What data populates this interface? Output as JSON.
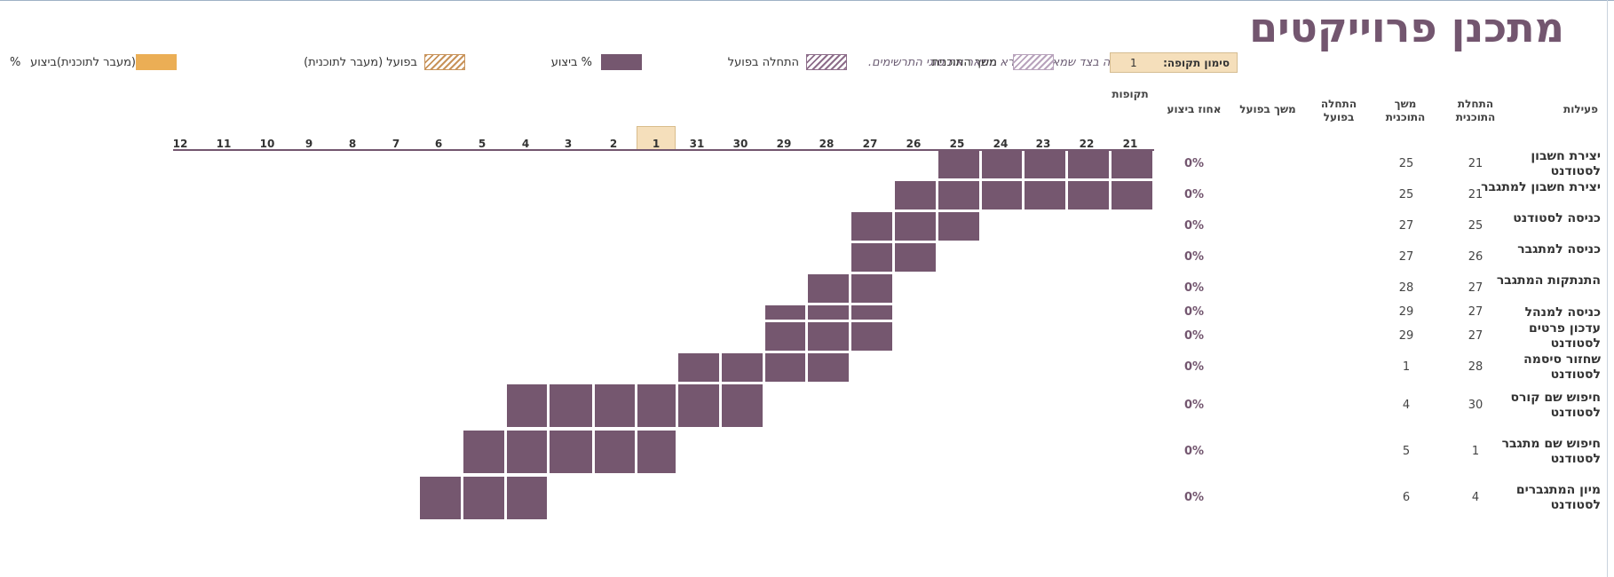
{
  "title": "מתכנן פרוייקטים",
  "hint": "בחר תקופה כדי לסמן אותה בצד שמאל. המקרא מתאר את סוגי התרשימים.",
  "period_highlight": {
    "label": "סימון תקופה:",
    "value": "1"
  },
  "legend": [
    {
      "label": "משך התוכנית",
      "style": "plan-hatch",
      "color": "#b8a3bc"
    },
    {
      "label": "התחלה בפועל",
      "style": "actual-start-hatch",
      "color": "#8d6d8a"
    },
    {
      "label": "% ביצוע",
      "style": "solid",
      "color": "#75576f"
    },
    {
      "label": "בפועל (מעבר לתוכנית)",
      "style": "actual-beyond-hatch",
      "color": "#c8935a"
    },
    {
      "label": "(מעבר לתוכנית)ביצוע",
      "style": "solid",
      "color": "#ebae55"
    },
    {
      "label": "%"
    }
  ],
  "columns": {
    "activities": "פעילות",
    "plan_start": "התחלת התוכנית",
    "plan_duration": "משך התוכנית",
    "actual_start": "התחלה בפועל",
    "actual_duration": "משך בפועל",
    "percent_complete": "אחוז ביצוע",
    "periods": "תקופות"
  },
  "periods": [
    "21",
    "22",
    "23",
    "24",
    "25",
    "26",
    "27",
    "28",
    "29",
    "30",
    "31",
    "1",
    "2",
    "3",
    "4",
    "5",
    "6",
    "7",
    "8",
    "9",
    "10",
    "11",
    "12"
  ],
  "highlighted_period": "1",
  "bar_color": "#75576f",
  "highlight_color": "#f5dfbb",
  "tasks": [
    {
      "name": "יצירת חשבון לסטודנט",
      "plan_start": "21",
      "plan_duration": "25",
      "actual_start": "",
      "actual_duration": "",
      "percent": "0%",
      "bar_start_index": 0,
      "bar_length": 5
    },
    {
      "name": "יצירת חשבון למתגבר",
      "plan_start": "21",
      "plan_duration": "25",
      "actual_start": "",
      "actual_duration": "",
      "percent": "0%",
      "bar_start_index": 0,
      "bar_length": 6
    },
    {
      "name": "כניסה לסטודנט",
      "plan_start": "25",
      "plan_duration": "27",
      "actual_start": "",
      "actual_duration": "",
      "percent": "0%",
      "bar_start_index": 4,
      "bar_length": 3
    },
    {
      "name": "כניסה למתגבר",
      "plan_start": "26",
      "plan_duration": "27",
      "actual_start": "",
      "actual_duration": "",
      "percent": "0%",
      "bar_start_index": 5,
      "bar_length": 2
    },
    {
      "name": "התנתקות המתגבר",
      "plan_start": "27",
      "plan_duration": "28",
      "actual_start": "",
      "actual_duration": "",
      "percent": "0%",
      "bar_start_index": 6,
      "bar_length": 2
    },
    {
      "name": "כניסה למנהל",
      "plan_start": "27",
      "plan_duration": "29",
      "actual_start": "",
      "actual_duration": "",
      "percent": "0%",
      "bar_start_index": 6,
      "bar_length": 3
    },
    {
      "name": "עדכון פרטים לסטודנט",
      "plan_start": "27",
      "plan_duration": "29",
      "actual_start": "",
      "actual_duration": "",
      "percent": "0%",
      "bar_start_index": 6,
      "bar_length": 3
    },
    {
      "name": "שחזור סיסמה לסטודנט",
      "plan_start": "28",
      "plan_duration": "1",
      "actual_start": "",
      "actual_duration": "",
      "percent": "0%",
      "bar_start_index": 7,
      "bar_length": 4
    },
    {
      "name": "חיפוש שם קורס לסטודנט",
      "plan_start": "30",
      "plan_duration": "4",
      "actual_start": "",
      "actual_duration": "",
      "percent": "0%",
      "bar_start_index": 9,
      "bar_length": 6
    },
    {
      "name": "חיפוש שם מתגבר לסטודנט",
      "plan_start": "1",
      "plan_duration": "5",
      "actual_start": "",
      "actual_duration": "",
      "percent": "0%",
      "bar_start_index": 11,
      "bar_length": 5
    },
    {
      "name": "מיון המתגברים לסטודנט",
      "plan_start": "4",
      "plan_duration": "6",
      "actual_start": "",
      "actual_duration": "",
      "percent": "0%",
      "bar_start_index": 14,
      "bar_length": 3
    }
  ]
}
